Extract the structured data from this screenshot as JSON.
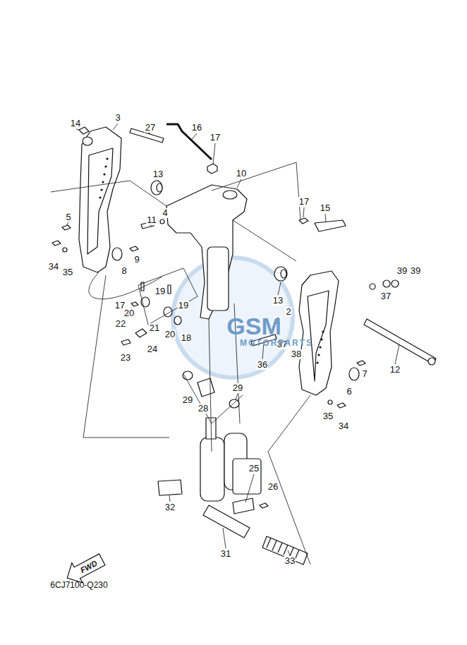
{
  "diagram": {
    "nodes": [
      {
        "text": [
          "FWD"
        ]
      }
    ],
    "labels": [
      "14",
      "3",
      "27",
      "16",
      "17",
      "13",
      "10",
      "5",
      "4",
      "11",
      "17",
      "15",
      "9",
      "34",
      "35",
      "8",
      "13",
      "2",
      "1",
      "19",
      "19",
      "17",
      "20",
      "21",
      "20",
      "22",
      "18",
      "24",
      "23",
      "36",
      "37",
      "38",
      "37",
      "39",
      "39",
      "12",
      "6",
      "7",
      "35",
      "34",
      "29",
      "28",
      "29",
      "25",
      "26",
      "32",
      "31",
      "33",
      "6CJ7100-Q230",
      "GSM",
      "MOTORPARTS"
    ]
  }
}
